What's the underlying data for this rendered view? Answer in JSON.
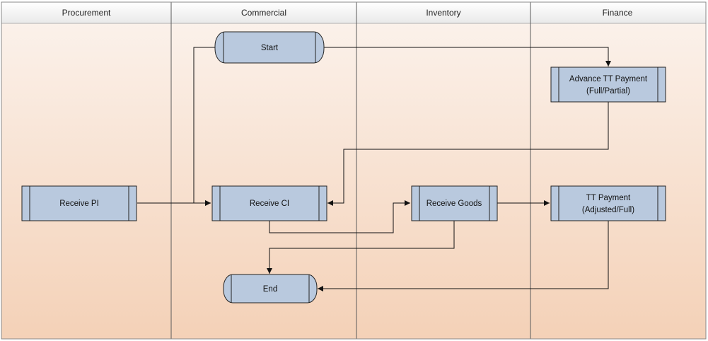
{
  "lanes": [
    {
      "id": "procurement",
      "title": "Procurement"
    },
    {
      "id": "commercial",
      "title": "Commercial"
    },
    {
      "id": "inventory",
      "title": "Inventory"
    },
    {
      "id": "finance",
      "title": "Finance"
    }
  ],
  "nodes": {
    "start": {
      "label": "Start",
      "shape": "terminator",
      "lane": "commercial"
    },
    "advance_tt": {
      "label": [
        "Advance TT Payment",
        "(Full/Partial)"
      ],
      "shape": "process",
      "lane": "finance"
    },
    "receive_pi": {
      "label": "Receive PI",
      "shape": "process",
      "lane": "procurement"
    },
    "receive_ci": {
      "label": "Receive CI",
      "shape": "process",
      "lane": "commercial"
    },
    "receive_goods": {
      "label": "Receive Goods",
      "shape": "process",
      "lane": "inventory"
    },
    "tt_payment": {
      "label": [
        "TT Payment",
        "(Adjusted/Full)"
      ],
      "shape": "process",
      "lane": "finance"
    },
    "end": {
      "label": "End",
      "shape": "terminator",
      "lane": "commercial"
    }
  },
  "edges": [
    {
      "from": "start",
      "to": "advance_tt"
    },
    {
      "from": "advance_tt",
      "to": "receive_ci"
    },
    {
      "from": "start",
      "to": "receive_ci"
    },
    {
      "from": "receive_pi",
      "to": "receive_ci"
    },
    {
      "from": "receive_ci",
      "to": "receive_goods"
    },
    {
      "from": "receive_goods",
      "to": "tt_payment"
    },
    {
      "from": "receive_goods",
      "to": "end"
    },
    {
      "from": "tt_payment",
      "to": "end"
    }
  ],
  "colors": {
    "header_top": "#ffffff",
    "header_bottom": "#ececec",
    "lane_top": "#fbeee4",
    "lane_bottom": "#f5d3b9",
    "node_fill": "#b9c9de",
    "stroke": "#222222"
  }
}
